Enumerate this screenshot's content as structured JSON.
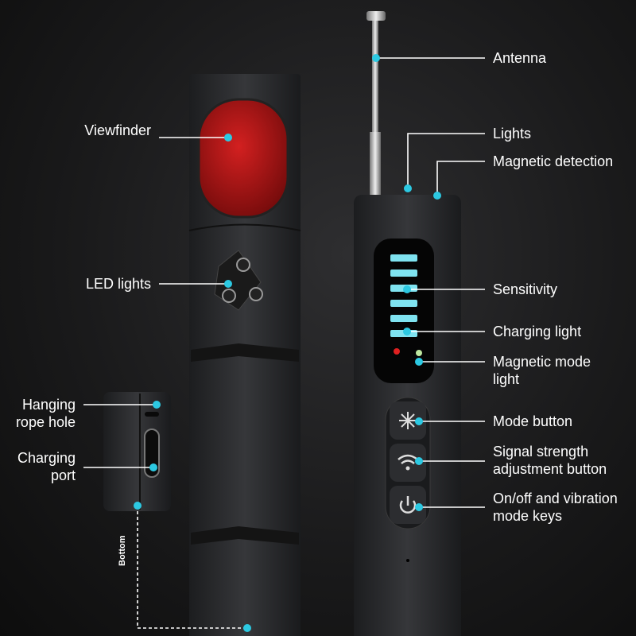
{
  "labels": {
    "antenna": "Antenna",
    "lights": "Lights",
    "magnetic_detection": "Magnetic detection",
    "viewfinder": "Viewfinder",
    "led_lights": "LED lights",
    "sensitivity": "Sensitivity",
    "charging_light": "Charging light",
    "magnetic_mode_light_1": "Magnetic mode",
    "magnetic_mode_light_2": "light",
    "mode_button": "Mode button",
    "signal_strength_1": "Signal strength",
    "signal_strength_2": "adjustment button",
    "onoff_1": "On/off and vibration",
    "onoff_2": "mode keys",
    "hanging_1": "Hanging",
    "hanging_2": "rope hole",
    "charging_port_1": "Charging",
    "charging_port_2": "port",
    "bottom": "Bottom"
  },
  "colors": {
    "accent": "#2cc9e2",
    "lens": "#b01818",
    "body": "#2a2b2d",
    "level_bar": "#7fe3f0"
  },
  "sensitivity_levels": 6
}
